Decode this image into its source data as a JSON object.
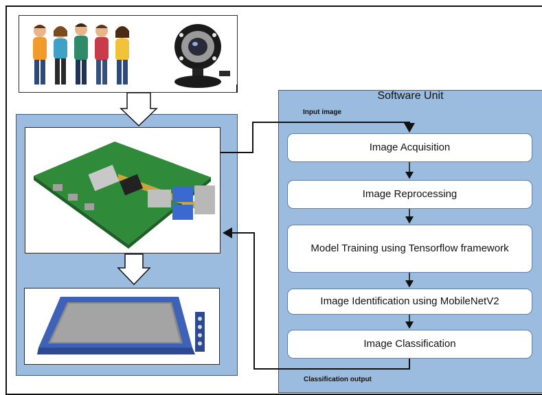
{
  "software_unit": {
    "title": "Software Unit",
    "input_label": "Input image",
    "output_label": "Classification output",
    "steps": [
      "Image Acquisition",
      "Image Reprocessing",
      "Model Training using Tensorflow framework",
      "Image Identification using MobileNetV2",
      "Image Classification"
    ]
  },
  "hardware_unit": {
    "items": [
      "people-illustration",
      "webcam",
      "raspberry-pi-board",
      "lcd-display"
    ]
  },
  "colors": {
    "panel_fill": "#9bbcde",
    "panel_border": "#3a5a82",
    "box_fill": "#ffffff",
    "line": "#111111"
  }
}
